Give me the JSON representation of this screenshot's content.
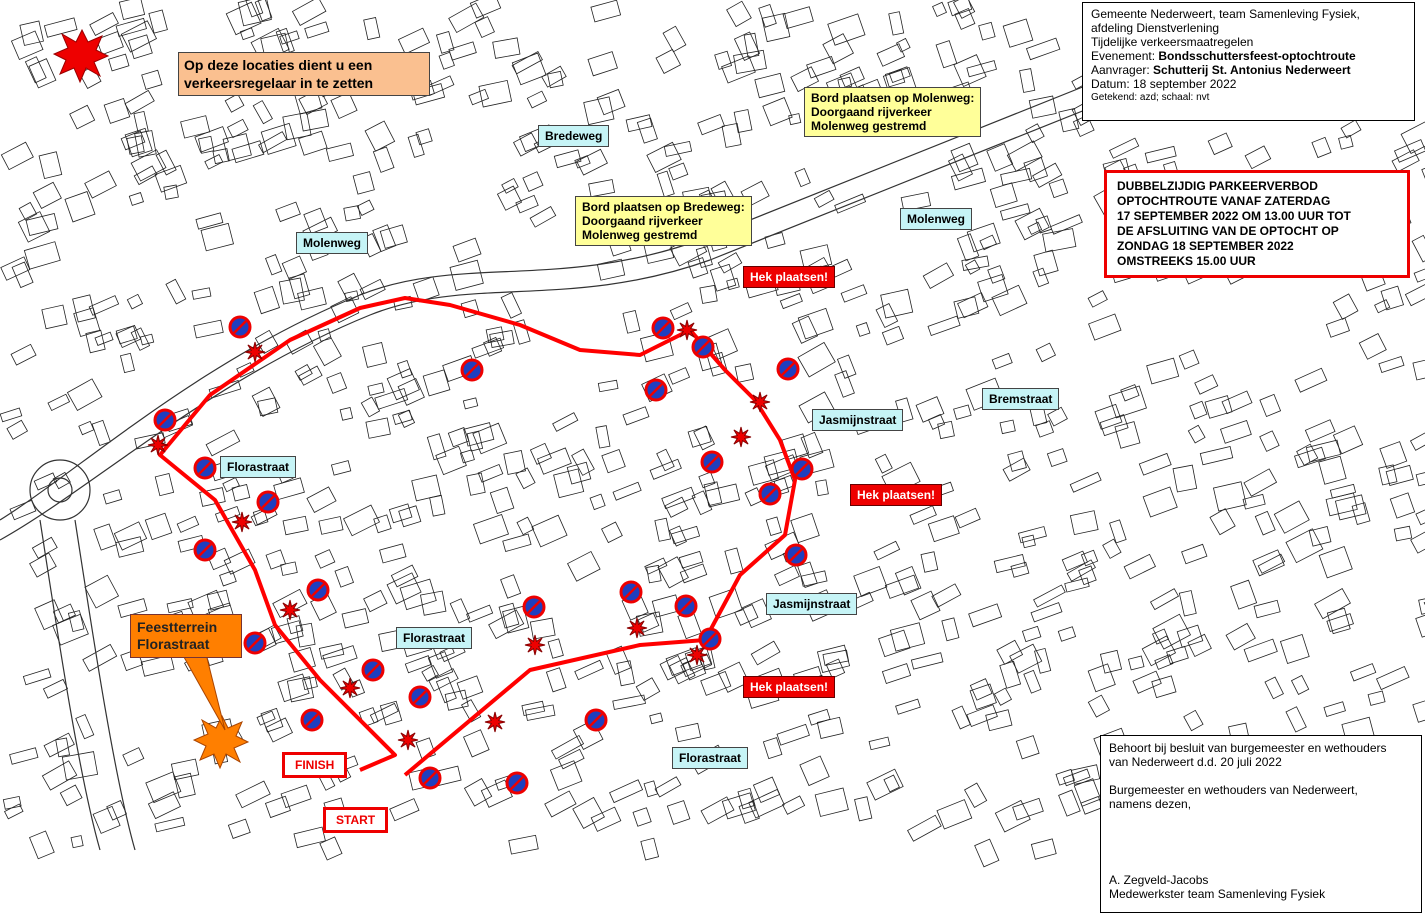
{
  "header": {
    "line1": "Gemeente Nederweert, team Samenleving Fysiek,",
    "line2": "afdeling Dienstverlening",
    "line3": "Tijdelijke verkeersmaatregelen",
    "event_label": "Evenement: ",
    "event": "Bondsschuttersfeest-optochtroute",
    "applicant_label": "Aanvrager: ",
    "applicant": "Schutterij St. Antonius Nederweert",
    "date": "Datum: 18 september 2022",
    "drawn": "Getekend: azd; schaal: nvt"
  },
  "legend": {
    "text": "Op deze locaties dient u een verkeersregelaar in te zetten"
  },
  "parking_notice": [
    "DUBBELZIJDIG PARKEERVERBOD",
    "OPTOCHTROUTE VANAF ZATERDAG",
    "17 SEPTEMBER 2022 OM 13.00 UUR TOT",
    "DE AFSLUITING VAN DE OPTOCHT OP",
    "ZONDAG 18 SEPTEMBER 2022",
    "OMSTREEKS 15.00 UUR"
  ],
  "streets": {
    "bredeweg": "Bredeweg",
    "molenweg1": "Molenweg",
    "molenweg2": "Molenweg",
    "florastraat1": "Florastraat",
    "florastraat2": "Florastraat",
    "florastraat3": "Florastraat",
    "jasmijn1": "Jasmijnstraat",
    "jasmijn2": "Jasmijnstraat",
    "bremstraat": "Bremstraat"
  },
  "signs": {
    "molenweg": [
      "Bord plaatsen op Molenweg:",
      "Doorgaand rijverkeer",
      "Molenweg gestremd"
    ],
    "bredeweg": [
      "Bord plaatsen op Bredeweg:",
      "Doorgaand rijverkeer",
      "Molenweg gestremd"
    ]
  },
  "hek": {
    "h1": "Hek plaatsen!",
    "h2": "Hek plaatsen!",
    "h3": "Hek plaatsen!"
  },
  "feestterrein": [
    "Feestterrein",
    "Florastraat"
  ],
  "start": "START",
  "finish": "FINISH",
  "footer": {
    "l1": "Behoort bij besluit van burgemeester en wethouders",
    "l2": "van Nederweert d.d. 20 juli 2022",
    "l3": "Burgemeester en wethouders van Nederweert,",
    "l4": "namens dezen,",
    "name": "A. Zegveld-Jacobs",
    "role": "Medewerkster team Samenleving Fysiek"
  },
  "colors": {
    "route": "#ff0000",
    "label": "#c6f4f6",
    "note": "#ffff99",
    "feest": "#ff7f00"
  }
}
